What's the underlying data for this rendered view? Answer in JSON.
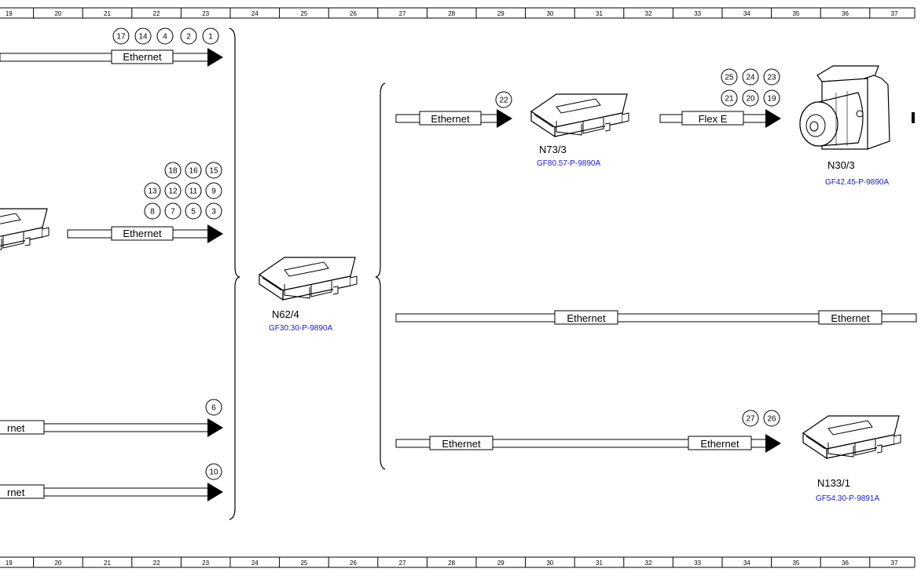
{
  "ruler": {
    "columns": [
      "19",
      "20",
      "21",
      "22",
      "23",
      "24",
      "25",
      "26",
      "27",
      "28",
      "29",
      "30",
      "31",
      "32",
      "33",
      "34",
      "35",
      "36",
      "37"
    ]
  },
  "bus_labels": {
    "ethernet": "Ethernet",
    "ethernet_clipped": "rnet",
    "flex_e": "Flex E"
  },
  "connection_numbers": {
    "top_left": [
      "17",
      "14",
      "4",
      "2",
      "1"
    ],
    "mid_left_row1": [
      "18",
      "16",
      "15"
    ],
    "mid_left_row2": [
      "13",
      "12",
      "11",
      "9"
    ],
    "mid_left_row3": [
      "8",
      "7",
      "5",
      "3"
    ],
    "lower_left_1": [
      "6"
    ],
    "lower_left_2": [
      "10"
    ],
    "n73_input": [
      "22"
    ],
    "n30_row1": [
      "25",
      "24",
      "23"
    ],
    "n30_row2": [
      "21",
      "20",
      "19"
    ],
    "n133_input": [
      "27",
      "26"
    ]
  },
  "components": {
    "n62_4": {
      "name": "N62/4",
      "ref": "GF30.30-P-9890A"
    },
    "n73_3": {
      "name": "N73/3",
      "ref": "GF80.57-P-9890A"
    },
    "n30_3": {
      "name": "N30/3",
      "ref": "GF42.45-P-9890A"
    },
    "n133_1": {
      "name": "N133/1",
      "ref": "GF54.30-P-9891A"
    }
  }
}
